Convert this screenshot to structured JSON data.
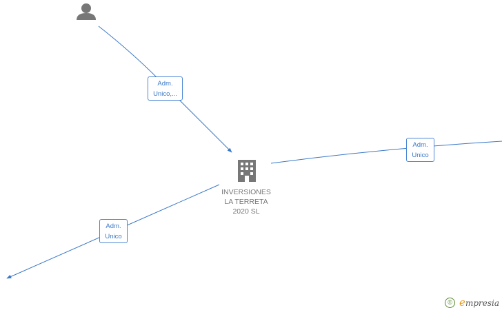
{
  "company": {
    "name_lines": [
      "INVERSIONES",
      "LA TERRETA",
      "2020  SL"
    ],
    "icon": "building-icon",
    "color": "#777777"
  },
  "person": {
    "icon": "person-icon",
    "color": "#777777"
  },
  "edges": [
    {
      "id": "person-to-company",
      "label_lines": [
        "Adm.",
        "Unico,..."
      ]
    },
    {
      "id": "company-to-right",
      "label_lines": [
        "Adm.",
        "Unico"
      ]
    },
    {
      "id": "company-to-bottom-left",
      "label_lines": [
        "Adm.",
        "Unico"
      ]
    }
  ],
  "colors": {
    "edge": "#3a78c8",
    "label_border": "#4a86d4"
  },
  "brand": {
    "copyright_symbol": "©",
    "initial": "e",
    "rest": "mpresia"
  }
}
